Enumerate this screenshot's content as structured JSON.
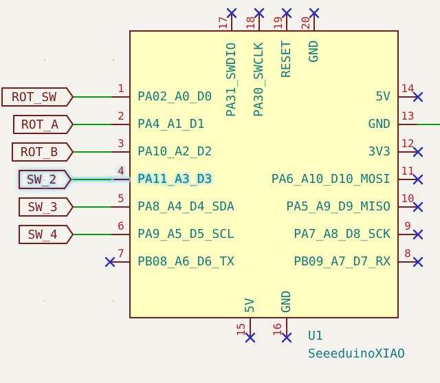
{
  "component": {
    "reference": "U1",
    "value": "SeeeduinoXIAO"
  },
  "pins": {
    "left": [
      {
        "number": "1",
        "name": "PA02_A0_D0"
      },
      {
        "number": "2",
        "name": "PA4_A1_D1"
      },
      {
        "number": "3",
        "name": "PA10_A2_D2"
      },
      {
        "number": "4",
        "name": "PA11_A3_D3",
        "highlighted": true
      },
      {
        "number": "5",
        "name": "PA8_A4_D4_SDA"
      },
      {
        "number": "6",
        "name": "PA9_A5_D5_SCL"
      },
      {
        "number": "7",
        "name": "PB08_A6_D6_TX",
        "no_connect": true
      }
    ],
    "right": [
      {
        "number": "14",
        "name": "5V",
        "no_connect": true
      },
      {
        "number": "13",
        "name": "GND",
        "connected_wire": true
      },
      {
        "number": "12",
        "name": "3V3",
        "no_connect": true
      },
      {
        "number": "11",
        "name": "PA6_A10_D10_MOSI",
        "no_connect": true
      },
      {
        "number": "10",
        "name": "PA5_A9_D9_MISO",
        "no_connect": true
      },
      {
        "number": "9",
        "name": "PA7_A8_D8_SCK",
        "no_connect": true
      },
      {
        "number": "8",
        "name": "PB09_A7_D7_RX",
        "no_connect": true
      }
    ],
    "top": [
      {
        "number": "17",
        "name": "PA31_SWDIO",
        "no_connect": true
      },
      {
        "number": "18",
        "name": "PA30_SWCLK",
        "no_connect": true
      },
      {
        "number": "19",
        "name": "RESET",
        "no_connect": true
      },
      {
        "number": "20",
        "name": "GND",
        "no_connect": true
      }
    ],
    "bottom": [
      {
        "number": "15",
        "name": "5V",
        "no_connect": true
      },
      {
        "number": "16",
        "name": "GND",
        "no_connect": true
      }
    ]
  },
  "labels": [
    {
      "text": "ROT_SW"
    },
    {
      "text": "ROT_A"
    },
    {
      "text": "ROT_B"
    },
    {
      "text": "SW_2",
      "highlighted": true
    },
    {
      "text": "SW_3"
    },
    {
      "text": "SW_4"
    }
  ],
  "colors": {
    "background": "#F4F3EE",
    "body_fill": "#FFFFC2",
    "outline_dark_red": "#7F1A1A",
    "pin_number_red": "#BE2020",
    "pin_name_teal": "#0E7C7C",
    "wire_green": "#0C9A0C",
    "no_connect_blue": "#2B2BC8",
    "highlight_blue": "#9FD8F5"
  }
}
